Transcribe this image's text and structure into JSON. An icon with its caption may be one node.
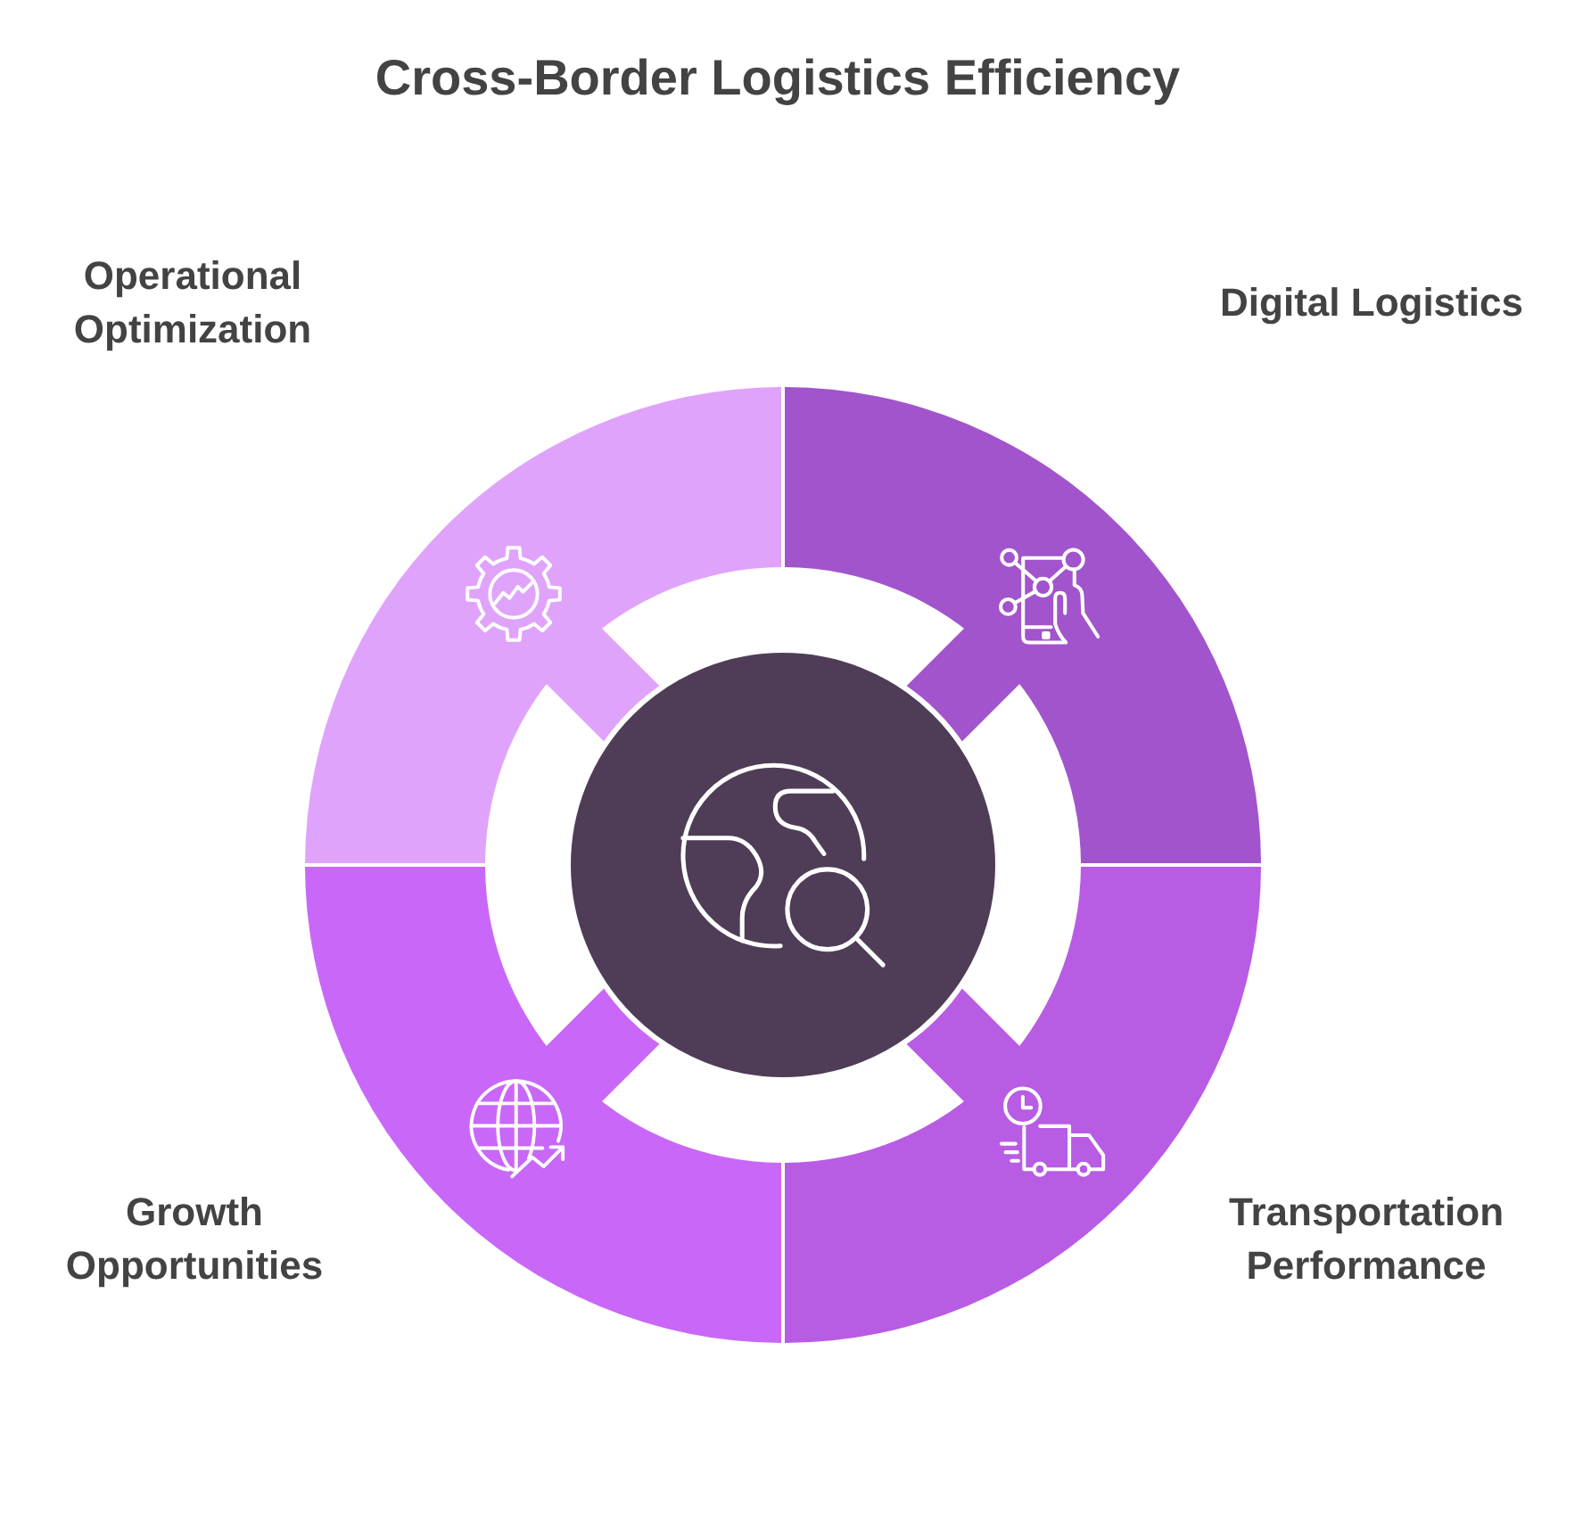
{
  "diagram": {
    "title": "Cross-Border Logistics Efficiency",
    "nodes": [
      {
        "text": [
          "Operational Optimization"
        ]
      },
      {
        "text": [
          "Digital Logistics"
        ]
      },
      {
        "text": [],
        "shape": "circle"
      },
      {
        "text": [
          "Growth Opportunities"
        ]
      },
      {
        "text": [
          "Transportation Performance"
        ]
      }
    ]
  }
}
